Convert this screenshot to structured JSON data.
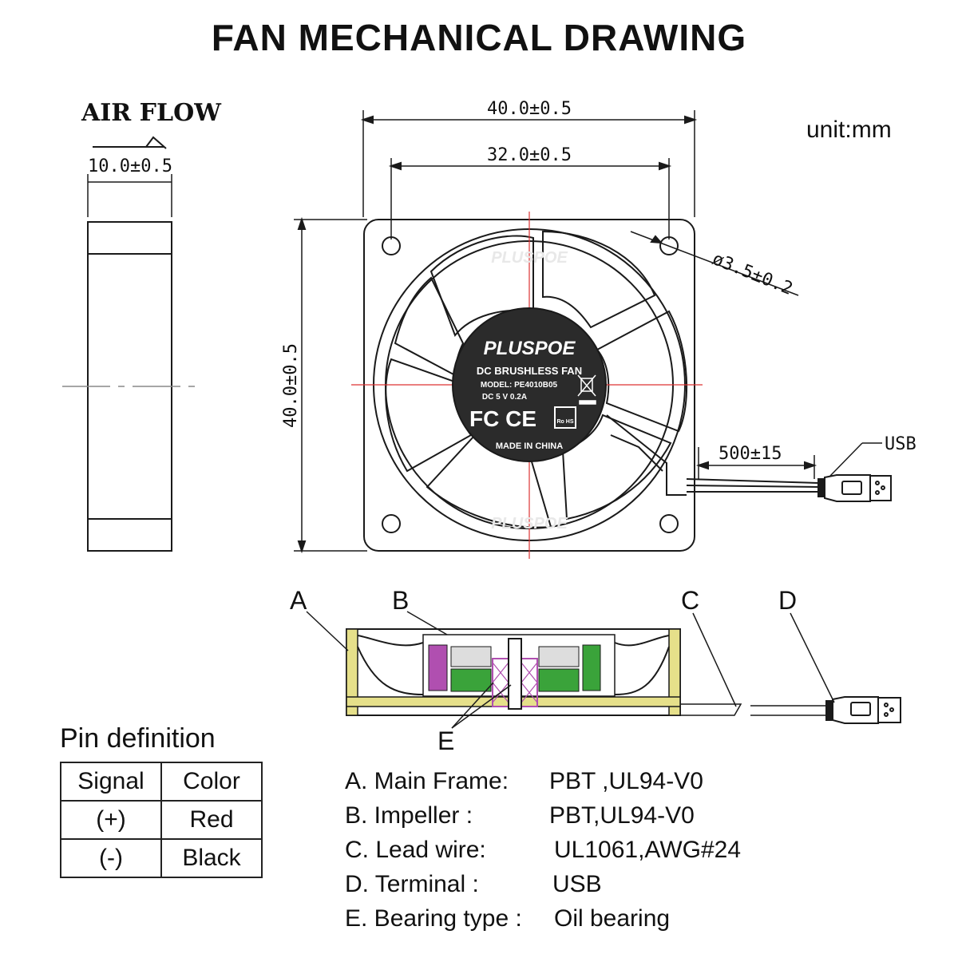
{
  "title": "FAN MECHANICAL DRAWING",
  "unit": "unit:mm",
  "airflow": "AIR FLOW",
  "dimensions": {
    "thickness": "10.0±0.5",
    "width": "40.0±0.5",
    "hole_spacing": "32.0±0.5",
    "height": "40.0±0.5",
    "hole_diameter": "ø3.5±0.2",
    "cable_length": "500±15",
    "connector": "USB"
  },
  "hub": {
    "brand": "PLUSPOE",
    "line1": "DC BRUSHLESS FAN",
    "line2": "MODEL: PE4010B05",
    "line3": "DC 5 V 0.2A",
    "cert": "FC CE",
    "rohs": "Ro HS",
    "origin": "MADE IN CHINA",
    "watermark": "PLUSPOE"
  },
  "section_labels": {
    "a": "A",
    "b": "B",
    "c": "C",
    "d": "D",
    "e": "E"
  },
  "pin_definition": {
    "title": "Pin definition",
    "headers": [
      "Signal",
      "Color"
    ],
    "rows": [
      [
        "(+)",
        "Red"
      ],
      [
        "(-)",
        "Black"
      ]
    ]
  },
  "specs": [
    {
      "key": "A.  Main Frame:",
      "value": "PBT ,UL94-V0"
    },
    {
      "key": "B.  Impeller :",
      "value": "PBT,UL94-V0"
    },
    {
      "key": "C.  Lead wire:",
      "value": "UL1061,AWG#24"
    },
    {
      "key": "D. Terminal :",
      "value": "USB"
    },
    {
      "key": "E.  Bearing type :",
      "value": "Oil bearing"
    }
  ],
  "colors": {
    "line": "#1a1a1a",
    "hub": "#2b2b2b",
    "centerline": "#d33",
    "frame_section": "#e6e08a",
    "impeller_section": "#b04fb0",
    "winding": "#3aa33a"
  }
}
